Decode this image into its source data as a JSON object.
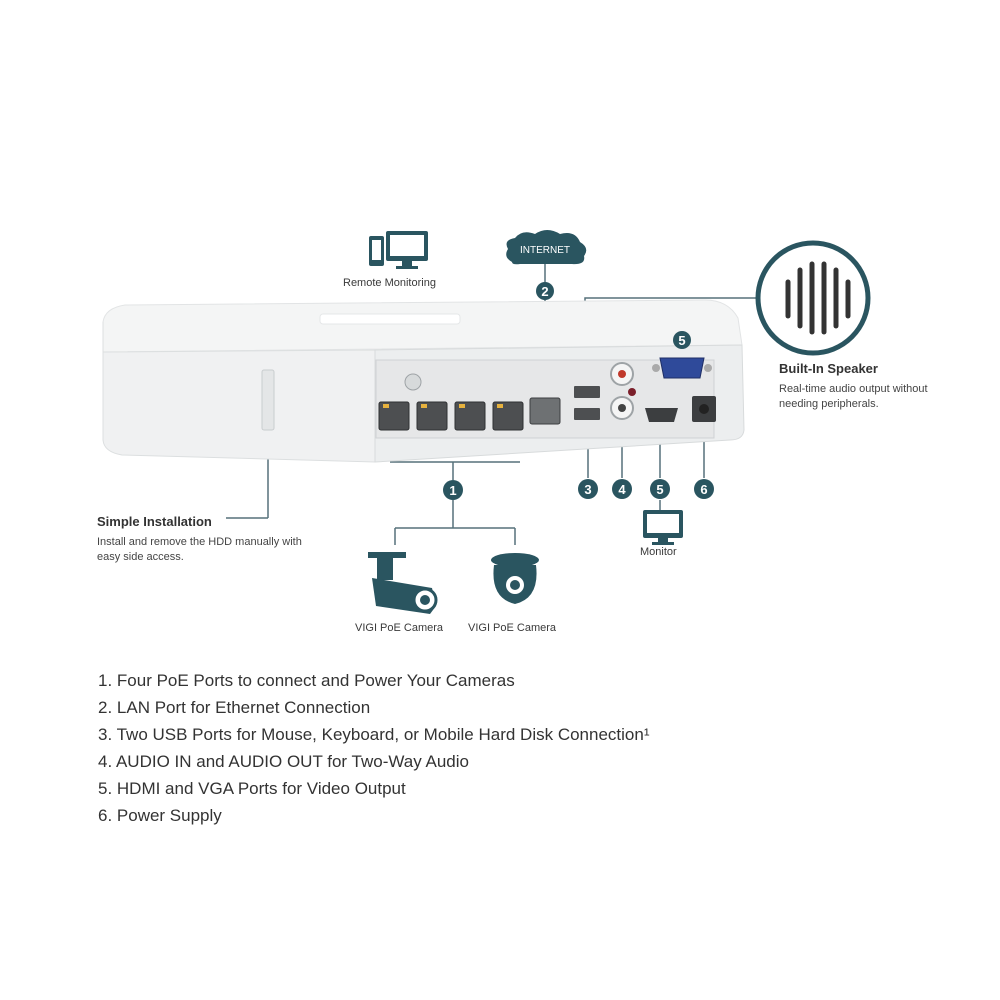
{
  "labels": {
    "internet": "INTERNET",
    "remote_monitoring": "Remote Monitoring",
    "built_in_speaker_title": "Built-In Speaker",
    "built_in_speaker_desc": "Real-time audio output without needing peripherals.",
    "simple_installation_title": "Simple Installation",
    "simple_installation_desc": "Install and remove the HDD manually with easy side access.",
    "monitor": "Monitor",
    "camera_1": "VIGI PoE Camera",
    "camera_2": "VIGI PoE Camera"
  },
  "callouts": [
    "1",
    "2",
    "3",
    "4",
    "5",
    "6",
    "5"
  ],
  "features": [
    "1. Four PoE Ports to connect and Power Your Cameras",
    "2. LAN Port for Ethernet Connection",
    "3. Two USB Ports for Mouse, Keyboard, or Mobile Hard Disk Connection¹",
    "4. AUDIO IN and AUDIO OUT for Two-Way Audio",
    "5. HDMI and VGA Ports for Video Output",
    "6. Power Supply"
  ],
  "colors": {
    "accent": "#2a5560",
    "line": "#56717a",
    "device_body": "#f2f3f3",
    "port_panel": "#e6e7e8",
    "port": "#4d4f51"
  }
}
